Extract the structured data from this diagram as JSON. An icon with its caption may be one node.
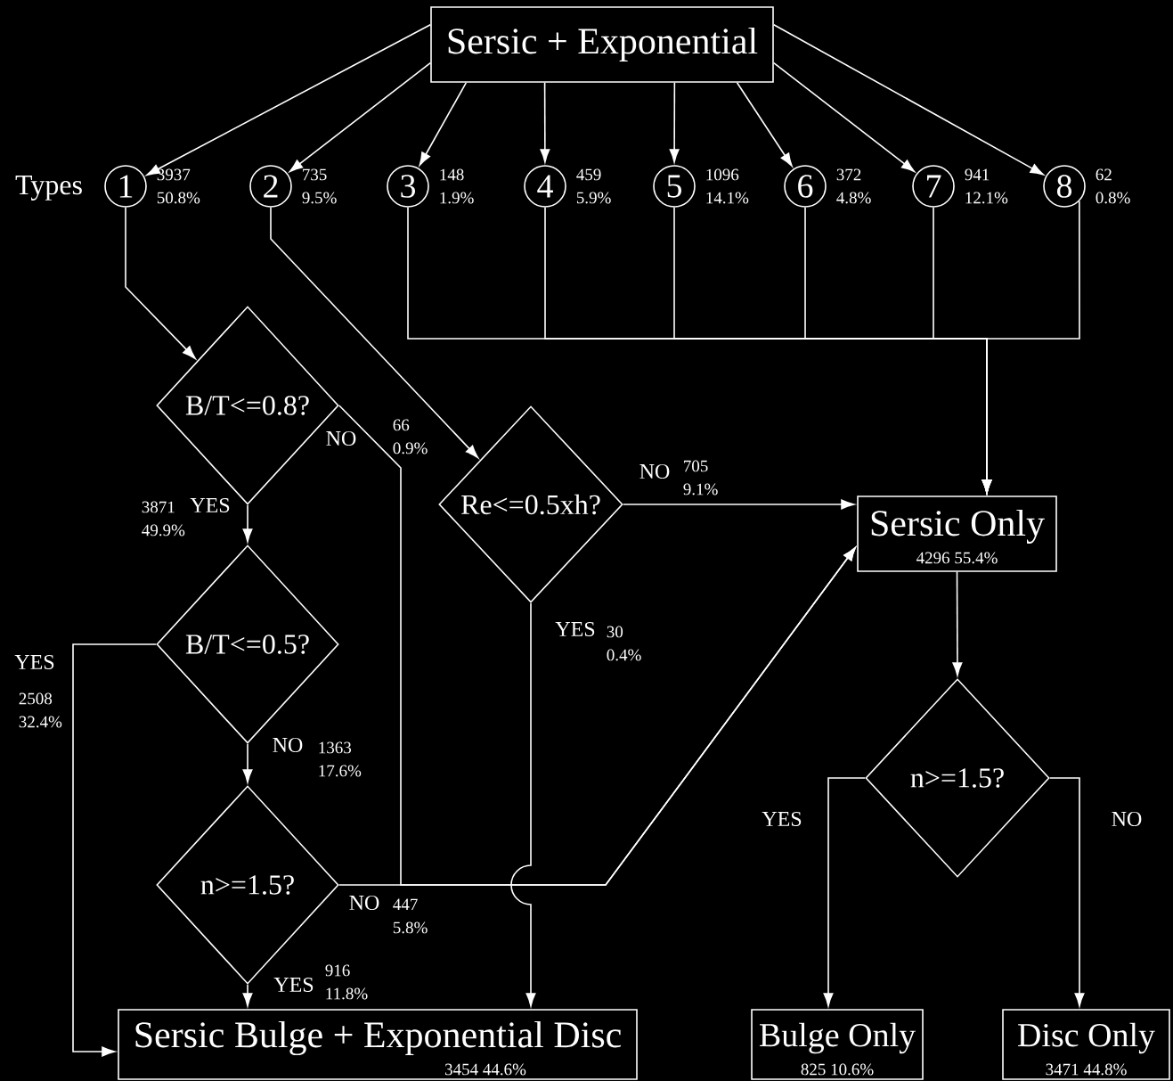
{
  "diagram": {
    "nodes": [
      {
        "text": [
          "Sersic + Exponential"
        ]
      },
      {
        "text": [
          "1"
        ],
        "beside": [
          "3937 50.8%"
        ]
      },
      {
        "text": [
          "2"
        ],
        "beside": [
          "735 9.5%"
        ]
      },
      {
        "text": [
          "3"
        ],
        "beside": [
          "148 1.9%"
        ]
      },
      {
        "text": [
          "4"
        ],
        "beside": [
          "459 5.9%"
        ]
      },
      {
        "text": [
          "5"
        ],
        "beside": [
          "1096 14.1%"
        ]
      },
      {
        "text": [
          "6"
        ],
        "beside": [
          "372 4.8%"
        ]
      },
      {
        "text": [
          "7"
        ],
        "beside": [
          "941 12.1%"
        ]
      },
      {
        "text": [
          "8"
        ],
        "beside": [
          "62 0.8%"
        ]
      },
      {
        "text": [
          "B/T<=0.8?"
        ]
      },
      {
        "text": [
          "Re<=0.5xh?"
        ]
      },
      {
        "text": [
          "Sersic Only",
          "4296 55.4%"
        ]
      },
      {
        "text": [
          "B/T<=0.5?"
        ]
      },
      {
        "text": [
          "n>=1.5?"
        ]
      },
      {
        "text": [
          "n>=1.5?"
        ]
      },
      {
        "text": [
          "Sersic Bulge + Exponential Disc",
          "3454 44.6%"
        ]
      },
      {
        "text": [
          "Bulge Only",
          "825 10.6%"
        ]
      },
      {
        "text": [
          "Disc Only",
          "3471 44.8%"
        ]
      }
    ],
    "edges": [
      {
        "from": 0,
        "to": 1,
        "arrow": "to"
      },
      {
        "from": 0,
        "to": 2,
        "arrow": "to"
      },
      {
        "from": 0,
        "to": 3,
        "arrow": "to"
      },
      {
        "from": 0,
        "to": 4,
        "arrow": "to"
      },
      {
        "from": 0,
        "to": 5,
        "arrow": "to"
      },
      {
        "from": 0,
        "to": 6,
        "arrow": "to"
      },
      {
        "from": 0,
        "to": 7,
        "arrow": "to"
      },
      {
        "from": 0,
        "to": 8,
        "arrow": "to"
      },
      {
        "from": 1,
        "to": 9,
        "arrow": "to"
      },
      {
        "from": 2,
        "to": 10,
        "arrow": "to"
      },
      {
        "from": 3,
        "to": 11,
        "arrow": "to"
      },
      {
        "from": 4,
        "to": 11,
        "arrow": "to"
      },
      {
        "from": 5,
        "to": 11,
        "arrow": "to"
      },
      {
        "from": 6,
        "to": 11,
        "arrow": "to"
      },
      {
        "from": 7,
        "to": 11,
        "arrow": "to"
      },
      {
        "from": 8,
        "to": 11,
        "arrow": "to"
      },
      {
        "from": 9,
        "to": 11,
        "arrow": "to",
        "label": "NO"
      },
      {
        "from": 9,
        "to": 12,
        "arrow": "to",
        "label": "YES"
      },
      {
        "from": 10,
        "to": 11,
        "arrow": "to",
        "label": "NO"
      },
      {
        "from": 10,
        "to": 15,
        "arrow": "to",
        "label": "YES"
      },
      {
        "from": 12,
        "to": 15,
        "arrow": "to",
        "label": "YES"
      },
      {
        "from": 12,
        "to": 13,
        "arrow": "to",
        "label": "NO"
      },
      {
        "from": 13,
        "to": 11,
        "arrow": "to",
        "label": "NO"
      },
      {
        "from": 13,
        "to": 15,
        "arrow": "to",
        "label": "YES"
      },
      {
        "from": 11,
        "to": 14,
        "arrow": "to"
      },
      {
        "from": 14,
        "to": 16,
        "arrow": "to",
        "label": "YES"
      },
      {
        "from": 14,
        "to": 17,
        "arrow": "to",
        "label": "NO"
      }
    ],
    "labels": [
      "Types",
      "66 0.9%",
      "705 9.1%",
      "3871 49.9%",
      "30 0.4%",
      "2508 32.4%",
      "1363 17.6%",
      "447 5.8%",
      "916 11.8%"
    ]
  }
}
